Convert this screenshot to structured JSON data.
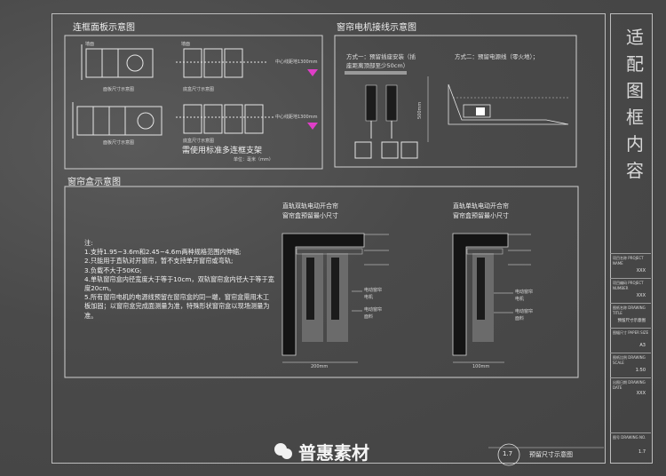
{
  "panels": {
    "p1_title": "连框面板示意图",
    "p1_wall1": "墙面",
    "p1_size1": "面板尺寸示意图",
    "p1_size2": "面板尺寸示意图",
    "p1_wall2": "墙面",
    "p1_box1": "底盒尺寸示意图",
    "p1_box2": "底盒尺寸示意图",
    "p1_center1": "中心线距地1300mm",
    "p1_center2": "中心线距地1300mm",
    "p1_note": "需使用标准多连框支架",
    "p1_unit": "单位：毫米（mm）",
    "p2_title": "窗帘电机接线示意图",
    "p2_way1": "方式一：预留插座安装（插",
    "p2_way1b": "座距离顶部至少50cm）",
    "p2_way2": "方式二：预留电源线（零火地）；",
    "p2_dim": "500mm",
    "p3_title": "窗帘盒示意图"
  },
  "notes": {
    "head": "注:",
    "items": [
      "1.支持1.95~3.6m和2.45~4.6m两种规格范围内伸缩;",
      "2.只能用于直轨对开窗帘，暂不支持单开窗帘或弯轨;",
      "3.负载不大于50KG;",
      "4.单轨窗帘盒内径宽度大于等于10cm，双轨窗帘盒内径大于等于宽",
      "度20cm。",
      "5.所有窗帘电机的电源线预留在窗帘盒的同一端，窗帘盒需用木工",
      "板加固；以窗帘盒完成面测量为准，特殊形状窗帘盒以现场测量为",
      "准。"
    ]
  },
  "curtain_double": {
    "title1": "直轨双轨电动开合帘",
    "title2": "窗帘盒预留最小尺寸",
    "motor1": "电动窗帘",
    "motor2": "电机",
    "fabric1": "电动窗帘",
    "fabric2": "面料",
    "width": "200mm"
  },
  "curtain_single": {
    "title1": "直轨单轨电动开合帘",
    "title2": "窗帘盒预留最小尺寸",
    "motor1": "电动窗帘",
    "motor2": "电机",
    "fabric1": "电动窗帘",
    "fabric2": "面料",
    "width": "100mm"
  },
  "titleblock": {
    "vertical": [
      "适",
      "配",
      "图",
      "框",
      "内",
      "容"
    ],
    "rows": [
      {
        "label": "项目名称 PROJECT NAME",
        "value": "XXX"
      },
      {
        "label": "项目编码 PROJECT NUMBER",
        "value": "XXX"
      },
      {
        "label": "图纸名称 DRAWING TITLE",
        "value": "预留尺寸示意图"
      },
      {
        "label": "图幅尺寸 PAPER SIZE",
        "value": "A3"
      },
      {
        "label": "图纸比例 DRAWING SCALE",
        "value": "1:50"
      },
      {
        "label": "出图日期 DRAWING DATE",
        "value": "XXX"
      },
      {
        "label": "图号 DRAWING NO.",
        "value": "1.7"
      }
    ]
  },
  "footer": {
    "brand": "普惠素材",
    "sheet_no": "1.7",
    "sheet_name": "预留尺寸示意图"
  }
}
